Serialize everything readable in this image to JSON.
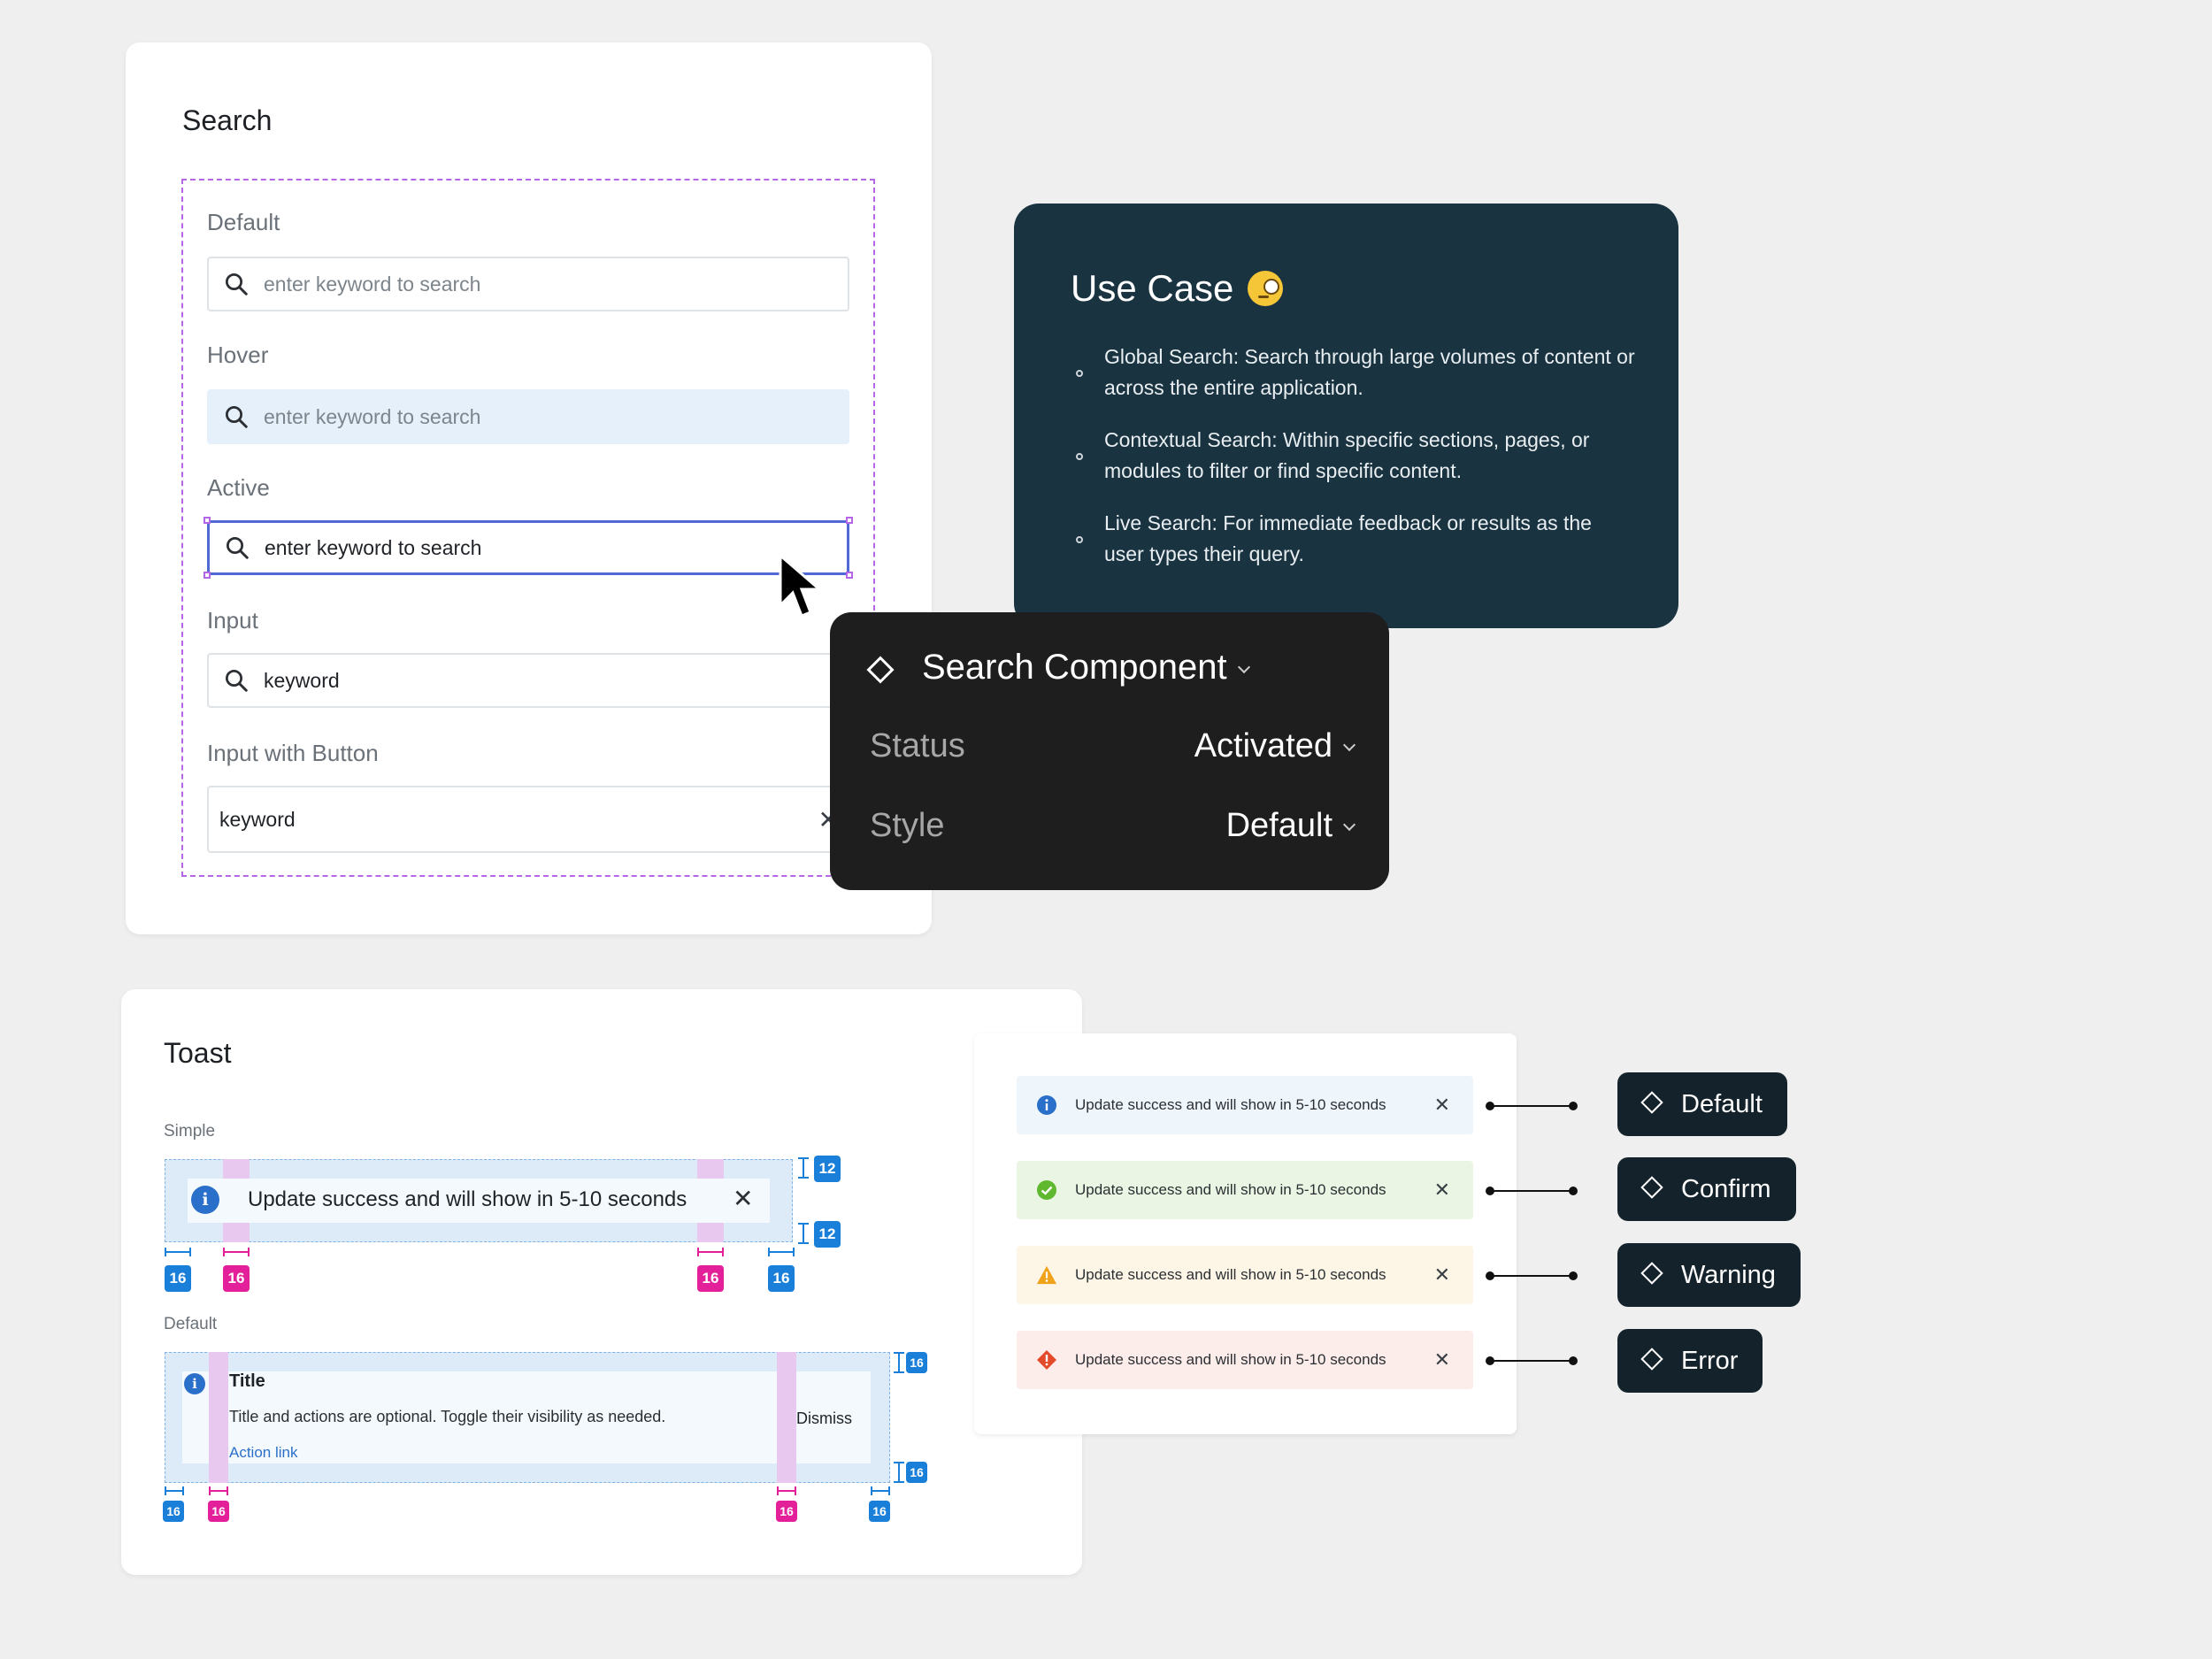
{
  "search": {
    "title": "Search",
    "states": [
      {
        "label": "Default",
        "text": "enter keyword to search"
      },
      {
        "label": "Hover",
        "text": "enter keyword to search"
      },
      {
        "label": "Active",
        "text": "enter keyword to search"
      },
      {
        "label": "Input",
        "text": "keyword"
      },
      {
        "label": "Input with Button",
        "text": "keyword"
      }
    ],
    "clear_glyph": "✕"
  },
  "use_case": {
    "title": "Use Case",
    "items": [
      "Global Search: Search through large volumes of content or across the entire application.",
      "Contextual Search: Within specific sections, pages, or modules to filter or find specific content.",
      "Live Search: For immediate feedback or results as the user types their query."
    ]
  },
  "component": {
    "title": "Search Component",
    "props": [
      {
        "key": "Status",
        "value": "Activated"
      },
      {
        "key": "Style",
        "value": "Default"
      }
    ]
  },
  "toast": {
    "title": "Toast",
    "simple": {
      "label": "Simple",
      "message": "Update success and will show in 5-10 seconds",
      "spacing": [
        "12",
        "12",
        "16",
        "16",
        "16",
        "16"
      ]
    },
    "default": {
      "label": "Default",
      "heading": "Title",
      "body": "Title and actions are optional. Toggle their visibility as needed.",
      "link": "Action link",
      "dismiss": "Dismiss",
      "spacing": [
        "16",
        "16",
        "16",
        "16",
        "16",
        "16"
      ]
    }
  },
  "variants": [
    {
      "name": "Default",
      "message": "Update success and will show in 5-10 seconds",
      "bg": "#eef5fb",
      "icon_color": "#2a6fc9"
    },
    {
      "name": "Confirm",
      "message": "Update success and will show in 5-10 seconds",
      "bg": "#eaf5e3",
      "icon_color": "#5fb82e"
    },
    {
      "name": "Warning",
      "message": "Update success and will show in 5-10 seconds",
      "bg": "#fdf6e6",
      "icon_color": "#f0a21b"
    },
    {
      "name": "Error",
      "message": "Update success and will show in 5-10 seconds",
      "bg": "#fcecea",
      "icon_color": "#e34a2a"
    }
  ]
}
